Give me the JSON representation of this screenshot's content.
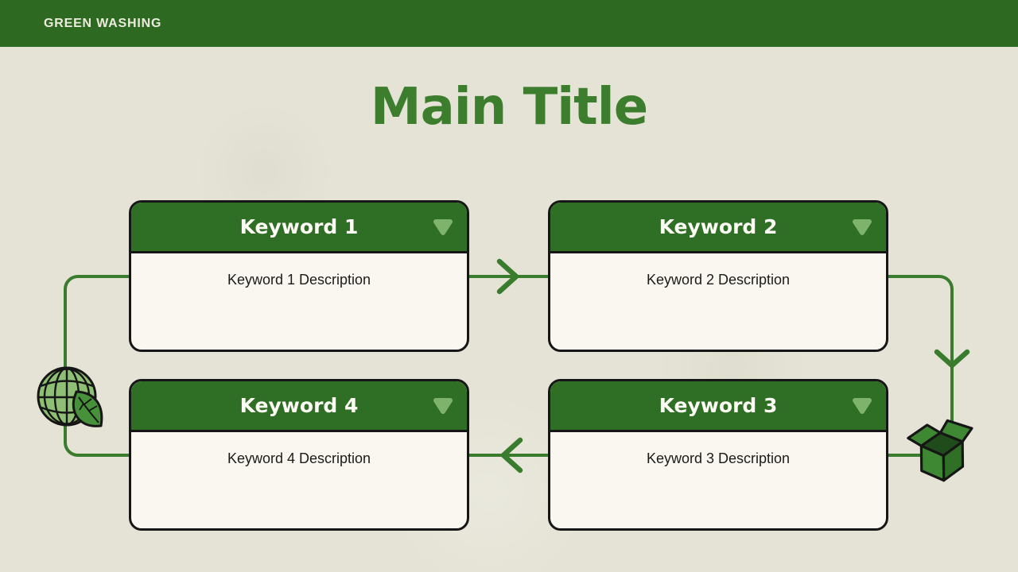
{
  "top_bar": {
    "label": "GREEN WASHING"
  },
  "slide": {
    "title": "Main Title"
  },
  "cards": [
    {
      "label": "Keyword 1",
      "description": "Keyword 1 Description",
      "position": "top-left"
    },
    {
      "label": "Keyword 2",
      "description": "Keyword 2 Description",
      "position": "top-right"
    },
    {
      "label": "Keyword 3",
      "description": "Keyword 3 Description",
      "position": "bottom-right"
    },
    {
      "label": "Keyword 4",
      "description": "Keyword 4 Description",
      "position": "bottom-left"
    }
  ],
  "flow": {
    "type": "cycle",
    "sequence": [
      "Keyword 1",
      "Keyword 2",
      "Keyword 3",
      "Keyword 4"
    ],
    "arrow_directions": [
      "right",
      "down",
      "left",
      "up"
    ]
  },
  "icons": {
    "globe_leaf": "globe-with-leaf",
    "open_box": "open-cardboard-box",
    "card_toggle": "triangle-down"
  },
  "colors": {
    "top_bar": "#2d6920",
    "title": "#3c7e2e",
    "card_header": "#2f6e25",
    "card_body": "#f9f7ef",
    "background": "#e5e3d5",
    "connector": "#3a7c2e",
    "triangle": "#7db36a",
    "outline": "#161616"
  }
}
